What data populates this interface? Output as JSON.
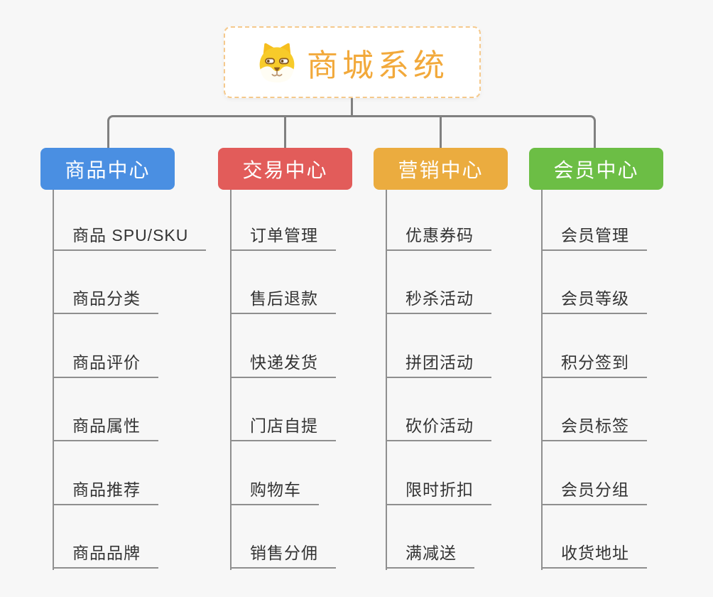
{
  "canvas": {
    "background_color": "#f7f7f7",
    "connector_color": "#808080",
    "subline_color": "#8f8f8f"
  },
  "root": {
    "title": "商城系统",
    "title_color": "#F2A93B",
    "border_color": "#f5c98c",
    "icon": "dog-face-icon"
  },
  "branches": [
    {
      "id": "product-center",
      "label": "商品中心",
      "color": "#4A8FE2",
      "children": [
        "商品 SPU/SKU",
        "商品分类",
        "商品评价",
        "商品属性",
        "商品推荐",
        "商品品牌"
      ]
    },
    {
      "id": "trade-center",
      "label": "交易中心",
      "color": "#E25C5A",
      "children": [
        "订单管理",
        "售后退款",
        "快递发货",
        "门店自提",
        "购物车",
        "销售分佣"
      ]
    },
    {
      "id": "marketing-center",
      "label": "营销中心",
      "color": "#EBAC3F",
      "children": [
        "优惠券码",
        "秒杀活动",
        "拼团活动",
        "砍价活动",
        "限时折扣",
        "满减送"
      ]
    },
    {
      "id": "member-center",
      "label": "会员中心",
      "color": "#6CBE45",
      "children": [
        "会员管理",
        "会员等级",
        "积分签到",
        "会员标签",
        "会员分组",
        "收货地址"
      ]
    }
  ]
}
